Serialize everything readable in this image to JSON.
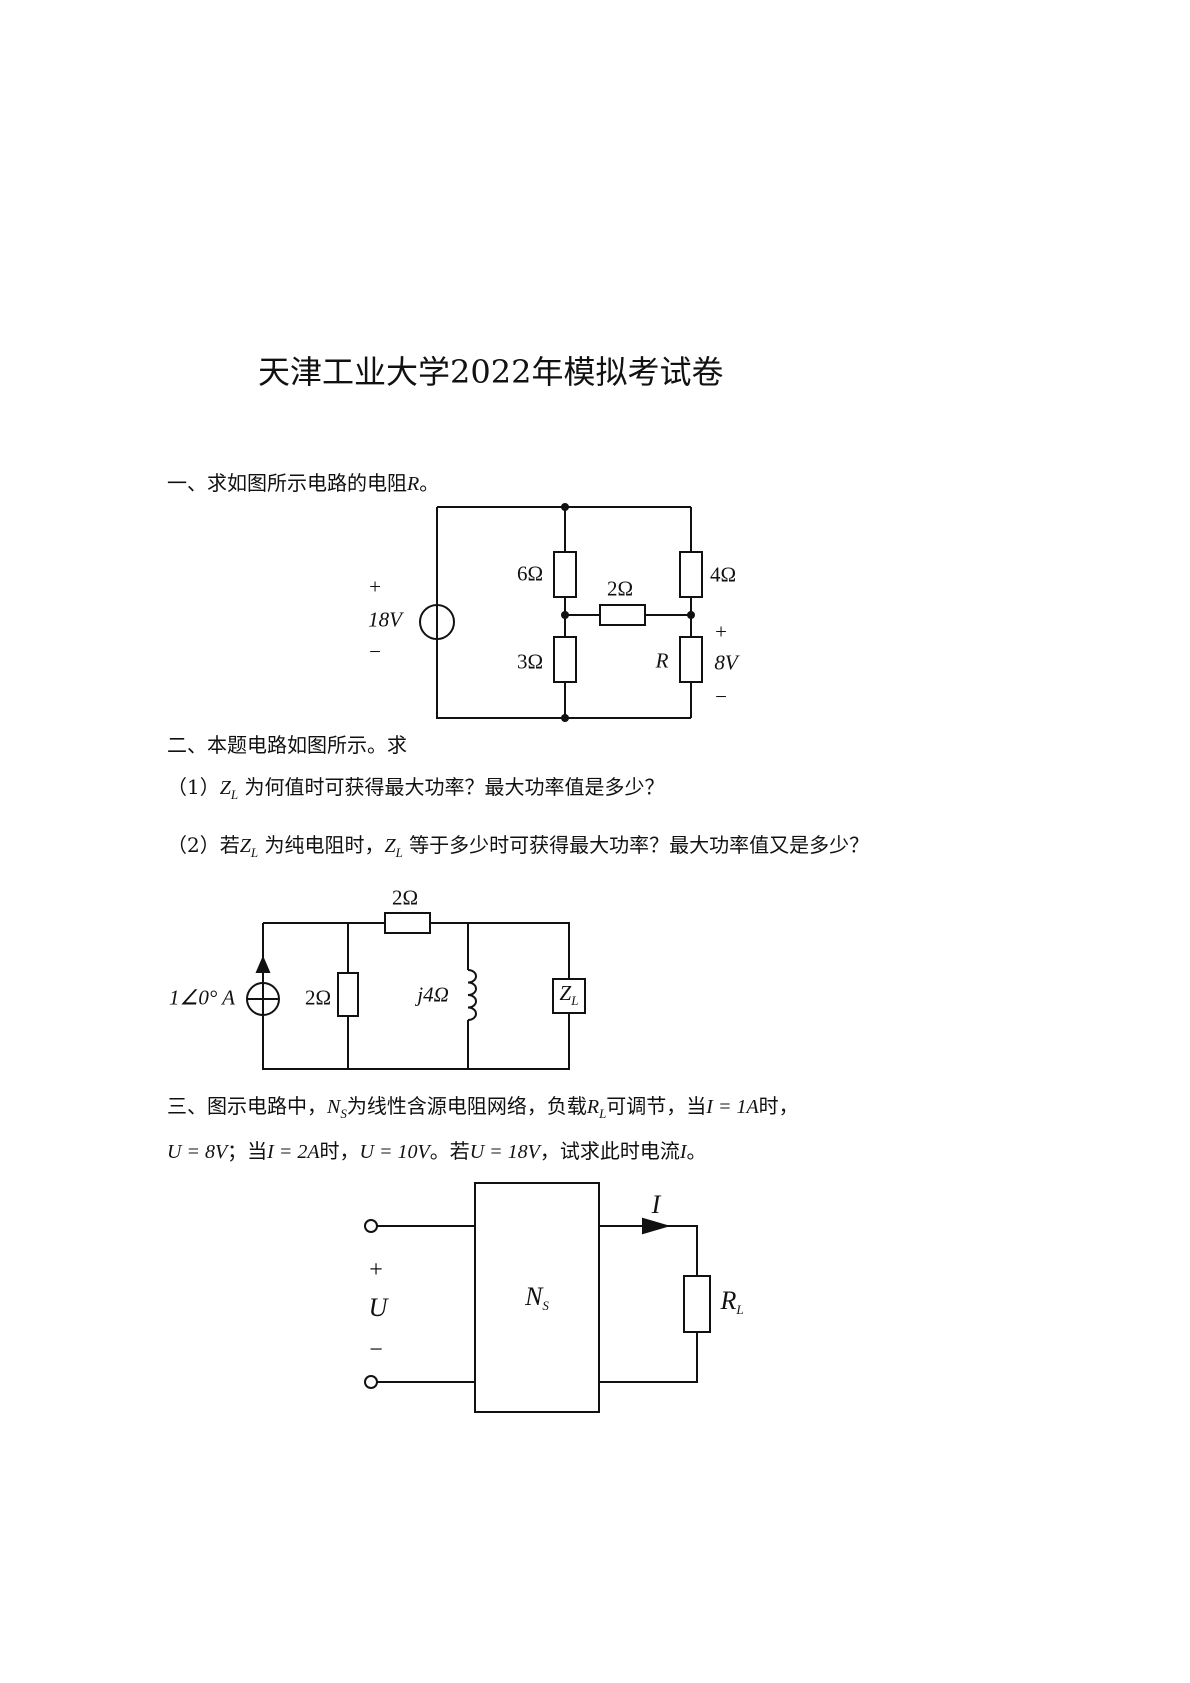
{
  "title": "天津工业大学2022年模拟考试卷",
  "q1": {
    "text": "一、求如图所示电路的电阻",
    "var": "R",
    "end": "。",
    "circuit": {
      "plus1": "+",
      "source": "18V",
      "minus1": "−",
      "r6": "6Ω",
      "r2": "2Ω",
      "r4": "4Ω",
      "r3": "3Ω",
      "rR": "R",
      "plus2": "+",
      "v8": "8V",
      "minus2": "−"
    }
  },
  "q2": {
    "text": "二、本题电路如图所示。求",
    "p1": {
      "a": "（1）",
      "z": "Z",
      "sub": "L",
      "b": "为何值时可获得最大功率？最大功率值是多少？"
    },
    "p2": {
      "a": "（2）若",
      "z1": "Z",
      "sub1": "L",
      "b": "为纯电阻时，",
      "z2": "Z",
      "sub2": "L",
      "c": "等于多少时可获得最大功率？最大功率值又是多少？"
    },
    "circuit": {
      "rtop": "2Ω",
      "source": "1∠0° A",
      "r2": "2Ω",
      "ind": "j4Ω",
      "zl": "Z",
      "zl_sub": "L"
    }
  },
  "q3": {
    "l1": {
      "a": "三、图示电路中，",
      "n": "N",
      "nsub": "S",
      "b": "为线性含源电阻网络，负载",
      "r": "R",
      "rsub": "L",
      "c": "可调节，当",
      "d": "I = 1A",
      "e": "时，"
    },
    "l2": {
      "a": "U = 8V",
      "b": "；当",
      "c": "I = 2A",
      "d": "时，",
      "e": "U = 10V",
      "f": "。若",
      "g": "U = 18V",
      "h": "，试求此时电流",
      "i": "I",
      "j": "。"
    },
    "circuit": {
      "i": "I",
      "rl": "R",
      "rl_sub": "L",
      "plus": "+",
      "u": "U",
      "minus": "−",
      "ns": "N",
      "ns_sub": "S"
    }
  }
}
